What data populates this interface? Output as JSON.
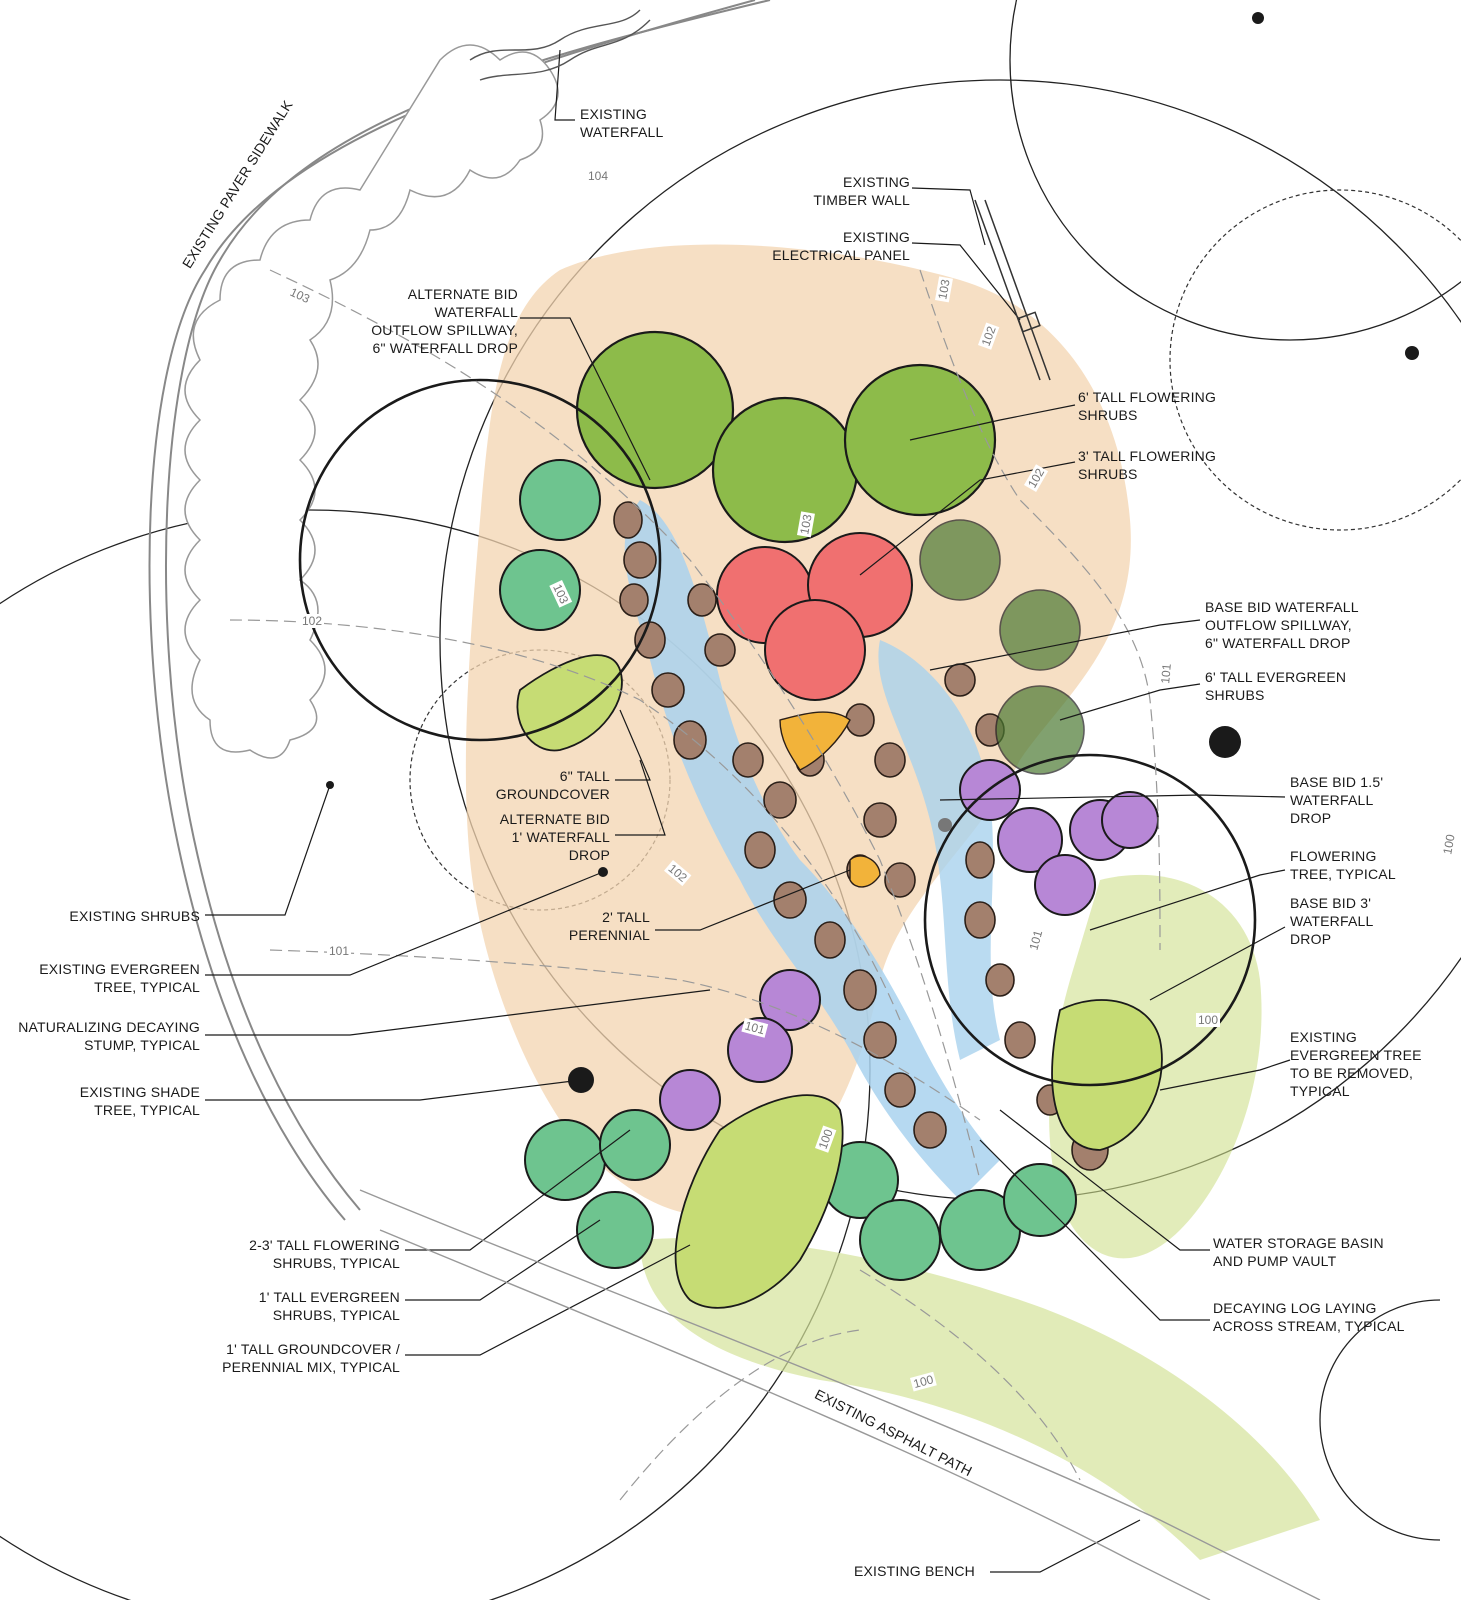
{
  "labels": {
    "existing_waterfall": "EXISTING\nWATERFALL",
    "existing_timber_wall": "EXISTING\nTIMBER WALL",
    "existing_electrical_panel": "EXISTING\nELECTRICAL PANEL",
    "alternate_bid_spillway": "ALTERNATE BID\nWATERFALL\nOUTFLOW SPILLWAY,\n6\" WATERFALL DROP",
    "six_ft_flowering_shrubs": "6' TALL FLOWERING\nSHRUBS",
    "three_ft_flowering_shrubs": "3' TALL FLOWERING\nSHRUBS",
    "base_bid_spillway": "BASE BID WATERFALL\nOUTFLOW SPILLWAY,\n6\" WATERFALL DROP",
    "six_ft_evergreen_shrubs": "6' TALL EVERGREEN\nSHRUBS",
    "base_bid_1_5_drop": "BASE BID 1.5'\nWATERFALL\nDROP",
    "flowering_tree": "FLOWERING\nTREE, TYPICAL",
    "base_bid_3_drop": "BASE BID 3'\nWATERFALL\nDROP",
    "existing_evergreen_removed": "EXISTING\nEVERGREEN TREE\nTO BE REMOVED,\nTYPICAL",
    "water_storage_basin": "WATER STORAGE BASIN\nAND PUMP VAULT",
    "decaying_log": "DECAYING LOG LAYING\nACROSS STREAM, TYPICAL",
    "existing_bench": "EXISTING BENCH",
    "existing_asphalt_path": "EXISTING ASPHALT PATH",
    "existing_paver_sidewalk": "EXISTING PAVER SIDEWALK",
    "six_in_groundcover": "6\" TALL\nGROUNDCOVER",
    "alternate_bid_1_drop": "ALTERNATE BID\n1' WATERFALL\nDROP",
    "two_ft_perennial": "2' TALL\nPERENNIAL",
    "existing_shrubs": "EXISTING SHRUBS",
    "existing_evergreen_tree": "EXISTING EVERGREEN\nTREE, TYPICAL",
    "naturalizing_stump": "NATURALIZING DECAYING\nSTUMP, TYPICAL",
    "existing_shade_tree": "EXISTING SHADE\nTREE, TYPICAL",
    "two_three_ft_flowering": "2-3' TALL FLOWERING\nSHRUBS, TYPICAL",
    "one_ft_evergreen_shrubs": "1' TALL EVERGREEN\nSHRUBS, TYPICAL",
    "one_ft_groundcover_mix": "1' TALL GROUNDCOVER /\nPERENNIAL MIX, TYPICAL"
  },
  "contours": {
    "c104": "104",
    "c103_a": "103",
    "c103_b": "103",
    "c103_c": "103",
    "c103_d": "103",
    "c102_a": "102",
    "c102_b": "102",
    "c102_c": "102",
    "c102_d": "102",
    "c101_a": "101",
    "c101_b": "101",
    "c101_c": "101",
    "c101_d": "101",
    "c100_a": "100",
    "c100_b": "100",
    "c100_c": "100",
    "c100_d": "100"
  },
  "colors": {
    "outline": "#1a1a1a",
    "sand": "#f3d4b0",
    "water": "#9cc8e6",
    "boulder": "#9c7b6a",
    "green_tree": "#7fae3e",
    "red_shrub": "#ec6b6b",
    "purple_shrub": "#b07ad0",
    "teal_shrub": "#5fbf86",
    "lime_groundcover": "#bcd66a",
    "yellow_accent": "#f2b33a"
  }
}
